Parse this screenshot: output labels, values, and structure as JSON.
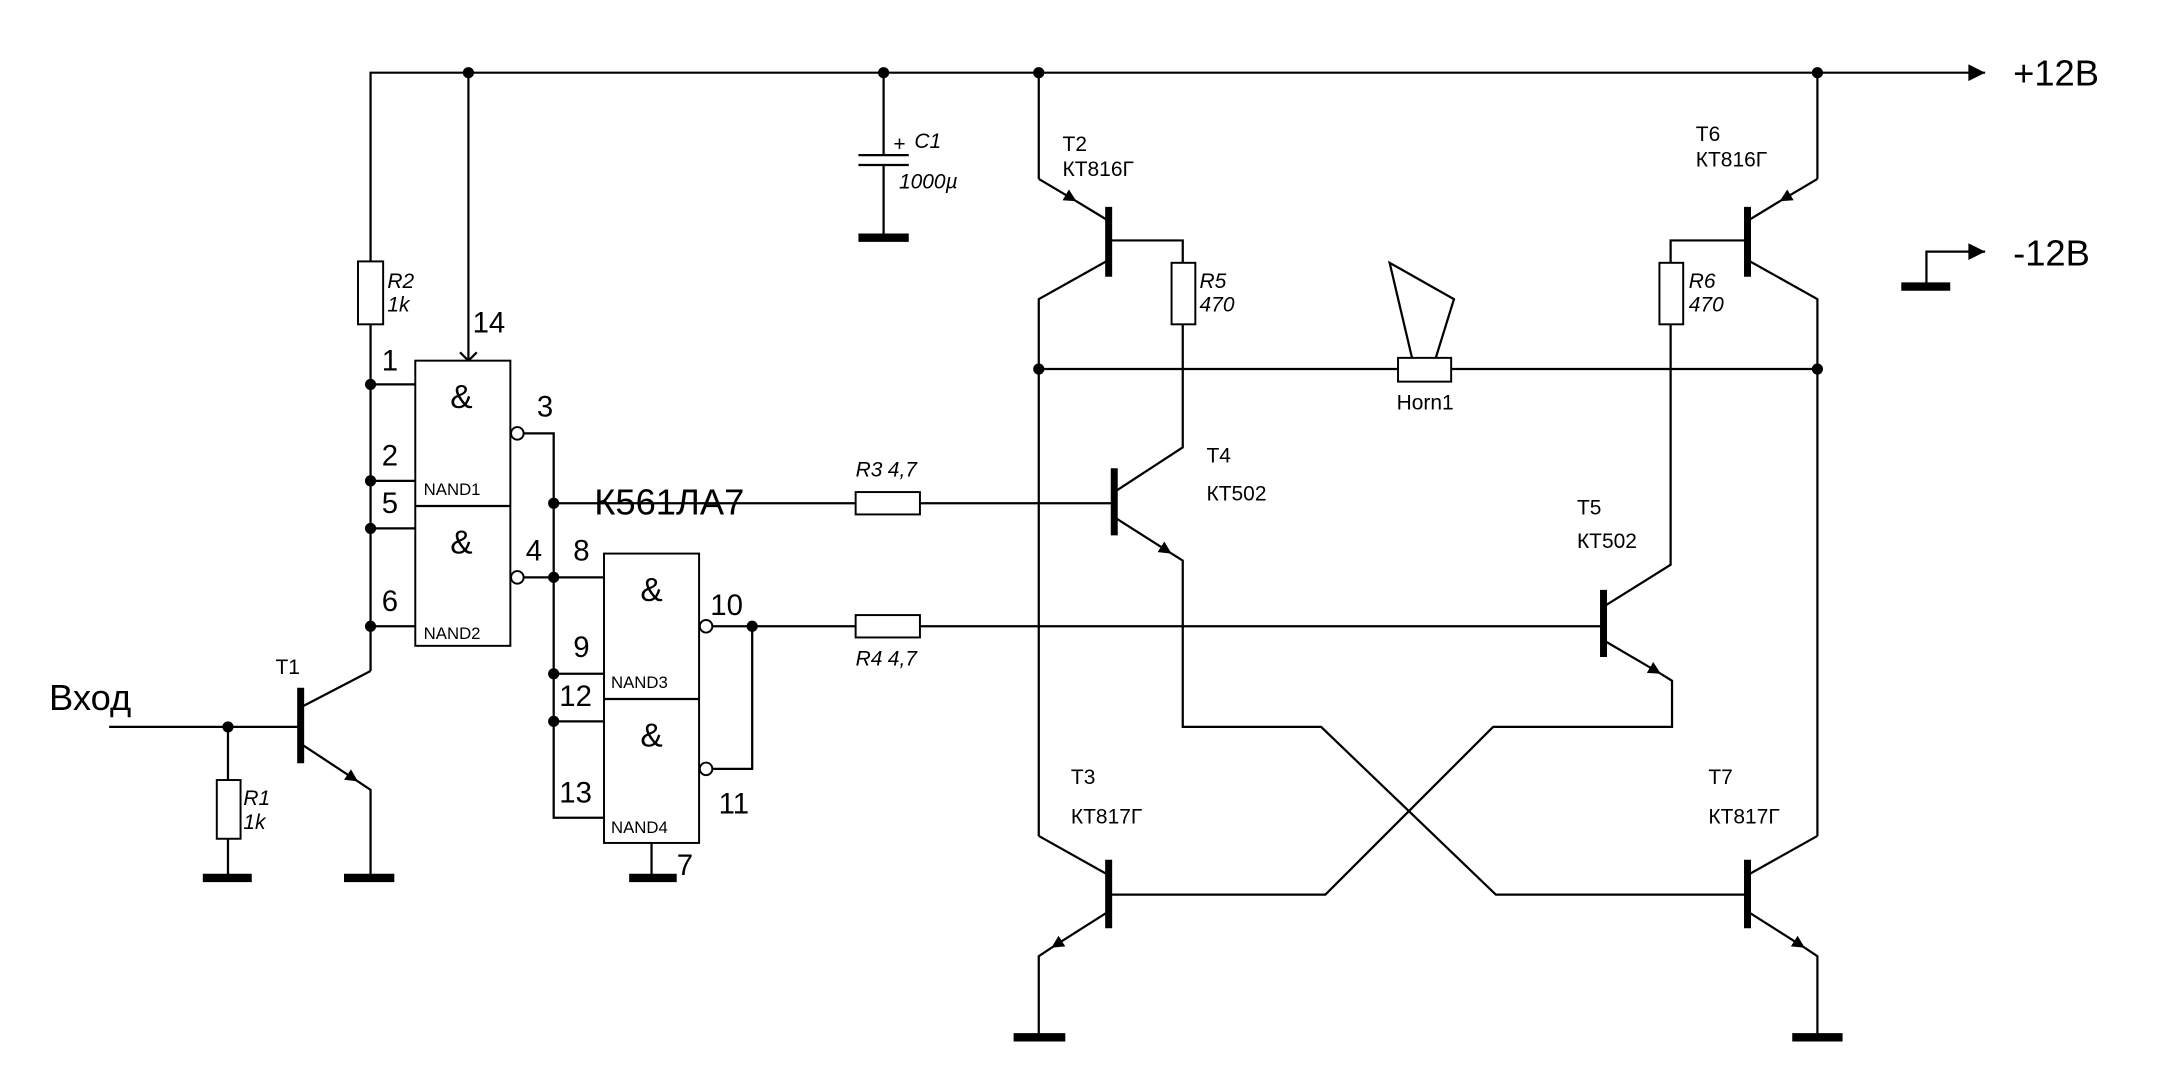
{
  "power": {
    "plus": "+12В",
    "minus": "-12В"
  },
  "input_label": "Вход",
  "ic": {
    "part": "К561ЛА7",
    "gate_symbol": "&",
    "gates": [
      "NAND1",
      "NAND2",
      "NAND3",
      "NAND4"
    ],
    "pins": {
      "p1": "1",
      "p2": "2",
      "p3": "3",
      "p4": "4",
      "p5": "5",
      "p6": "6",
      "p7": "7",
      "p8": "8",
      "p9": "9",
      "p10": "10",
      "p11": "11",
      "p12": "12",
      "p13": "13",
      "p14": "14"
    }
  },
  "resistors": {
    "R1": {
      "name": "R1",
      "value": "1k"
    },
    "R2": {
      "name": "R2",
      "value": "1k"
    },
    "R3": {
      "name": "R3",
      "value": "4,7"
    },
    "R4": {
      "name": "R4",
      "value": "4,7"
    },
    "R5": {
      "name": "R5",
      "value": "470"
    },
    "R6": {
      "name": "R6",
      "value": "470"
    }
  },
  "capacitor": {
    "name": "C1",
    "value": "1000µ",
    "polarity": "+"
  },
  "transistors": {
    "T1": {
      "name": "T1",
      "type": ""
    },
    "T2": {
      "name": "T2",
      "type": "КТ816Г"
    },
    "T3": {
      "name": "T3",
      "type": "КТ817Г"
    },
    "T4": {
      "name": "T4",
      "type": "КТ502"
    },
    "T5": {
      "name": "T5",
      "type": "КТ502"
    },
    "T6": {
      "name": "T6",
      "type": "КТ816Г"
    },
    "T7": {
      "name": "T7",
      "type": "КТ817Г"
    }
  },
  "horn": {
    "name": "Horn1"
  }
}
